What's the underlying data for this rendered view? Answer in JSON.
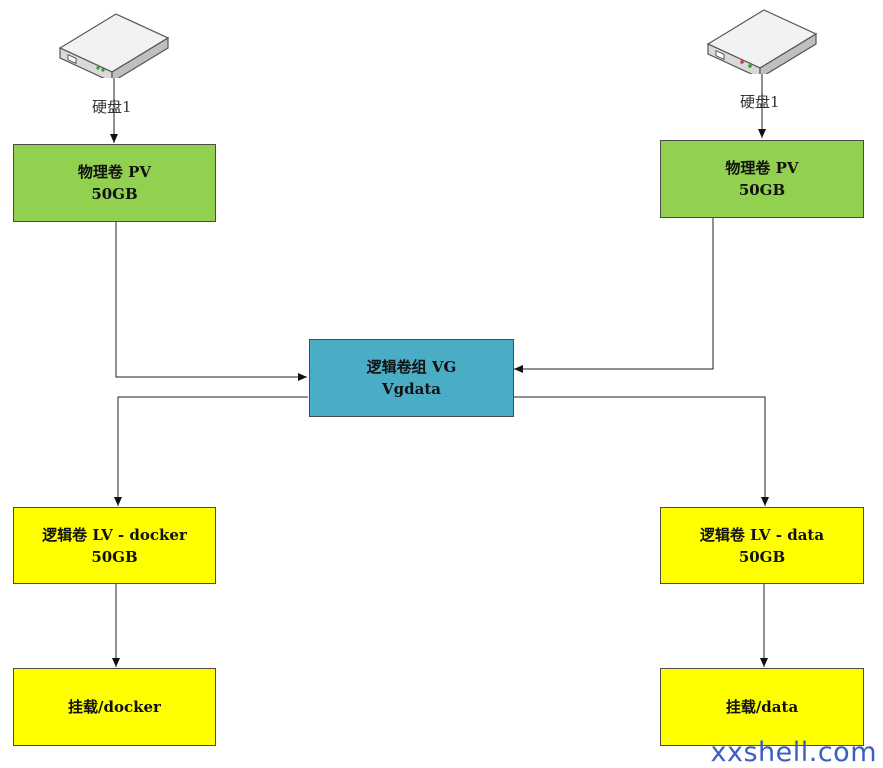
{
  "disks": [
    {
      "label": "硬盘1"
    },
    {
      "label": "硬盘1"
    }
  ],
  "pv_nodes": [
    {
      "line1": "物理卷 PV",
      "line2": "50GB"
    },
    {
      "line1": "物理卷 PV",
      "line2": "50GB"
    }
  ],
  "vg_node": {
    "line1": "逻辑卷组 VG",
    "line2": "Vgdata"
  },
  "lv_nodes": [
    {
      "line1": "逻辑卷 LV - docker",
      "line2": "50GB"
    },
    {
      "line1": "逻辑卷 LV - data",
      "line2": "50GB"
    }
  ],
  "mount_nodes": [
    {
      "label": "挂载/docker"
    },
    {
      "label": "挂载/data"
    }
  ],
  "watermark": "xxshell.com",
  "colors": {
    "pv": "#92d050",
    "vg": "#4bacc6",
    "lv": "#ffff00",
    "mount": "#ffff00"
  }
}
